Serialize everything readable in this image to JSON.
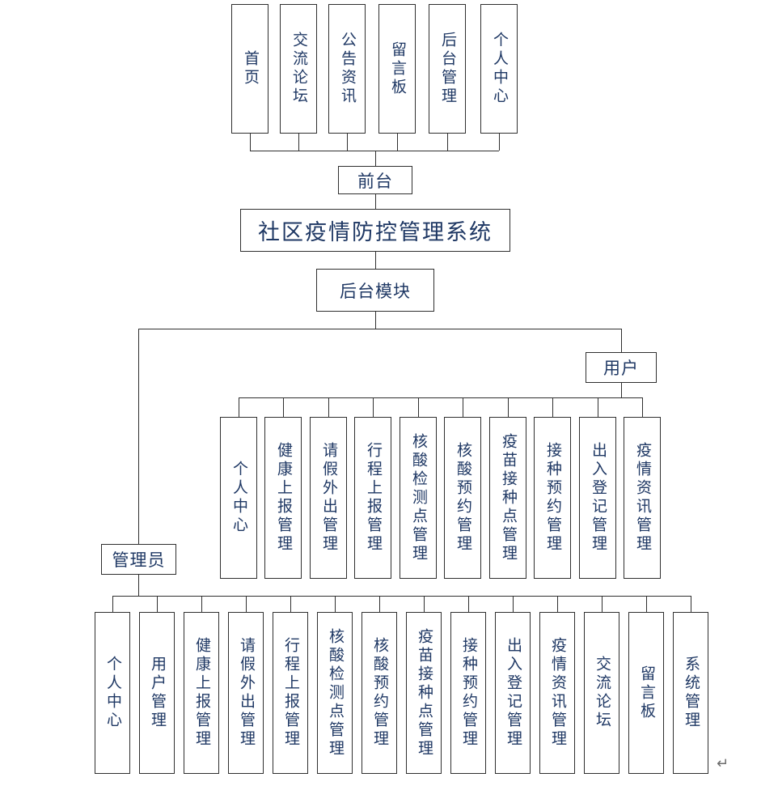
{
  "title": "社区疫情防控管理系统",
  "front": {
    "label": "前台",
    "items": [
      "首页",
      "交流论坛",
      "公告资讯",
      "留言板",
      "后台管理",
      "个人中心"
    ]
  },
  "backend": {
    "label": "后台模块",
    "user": {
      "label": "用户",
      "items": [
        "个人中心",
        "健康上报管理",
        "请假外出管理",
        "行程上报管理",
        "核酸检测点管理",
        "核酸预约管理",
        "疫苗接种点管理",
        "接种预约管理",
        "出入登记管理",
        "疫情资讯管理"
      ]
    },
    "admin": {
      "label": "管理员",
      "items": [
        "个人中心",
        "用户管理",
        "健康上报管理",
        "请假外出管理",
        "行程上报管理",
        "核酸检测点管理",
        "核酸预约管理",
        "疫苗接种点管理",
        "接种预约管理",
        "出入登记管理",
        "疫情资讯管理",
        "交流论坛",
        "留言板",
        "系统管理"
      ]
    }
  },
  "misc": {
    "return_mark": "↵"
  },
  "colors": {
    "text": "#1f3864",
    "line": "#2f2f2f",
    "background": "#ffffff"
  }
}
